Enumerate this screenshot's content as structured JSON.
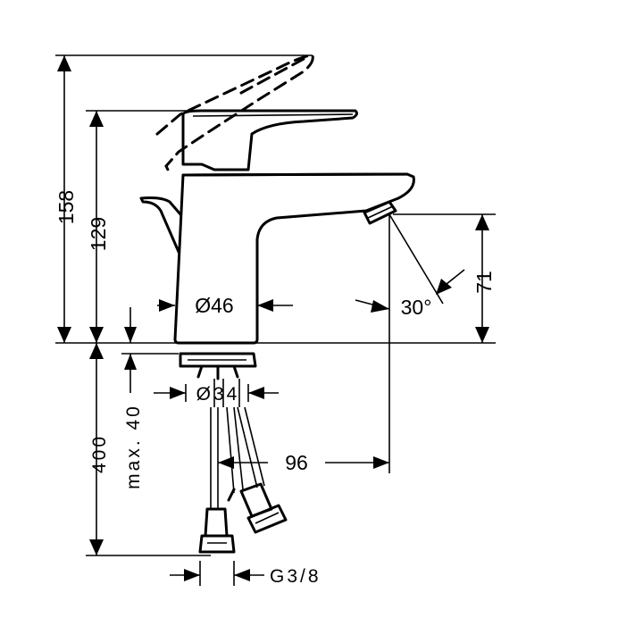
{
  "diagram": {
    "dimensions": {
      "total_height": "158",
      "spout_height": "129",
      "aerator_height": "71",
      "base_diameter": "Ø46",
      "shank_diameter": "Ø34",
      "max_thickness": "max. 40",
      "hose_length": "400",
      "projection": "96",
      "spray_angle": "30°",
      "connection": "G3/8"
    }
  }
}
